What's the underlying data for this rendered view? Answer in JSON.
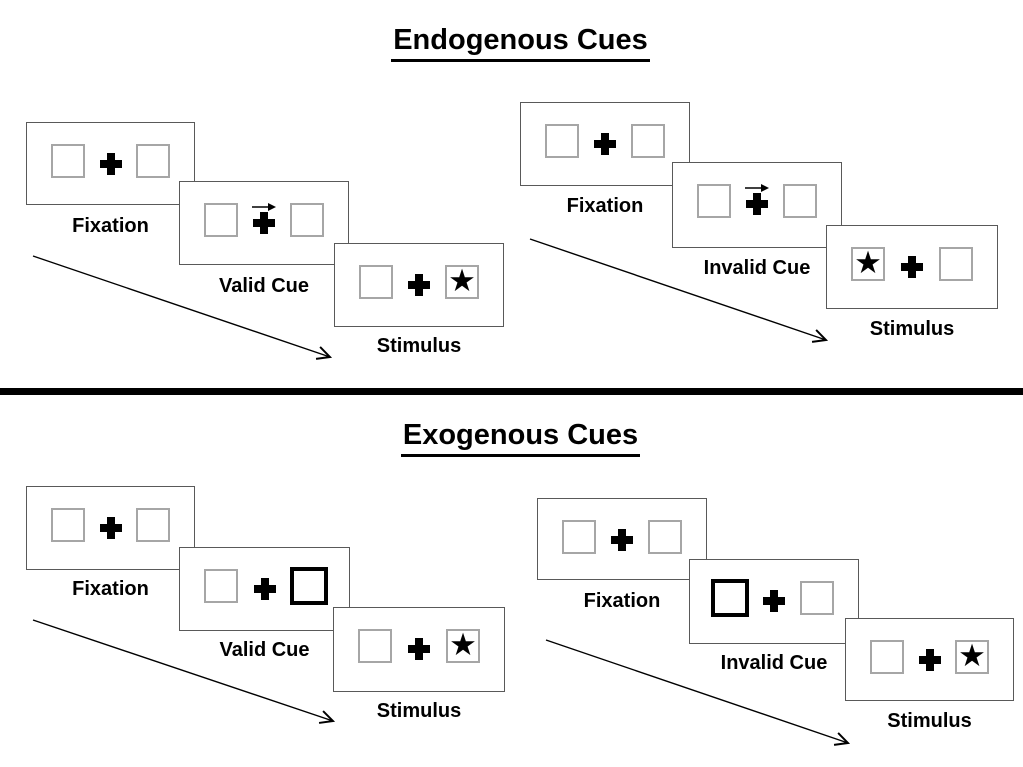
{
  "sections": [
    {
      "title": "Endogenous Cues",
      "trials": [
        {
          "name": "valid-trial",
          "panels": [
            {
              "label": "Fixation",
              "type": "fixation"
            },
            {
              "label": "Valid Cue",
              "type": "arrow-cue",
              "cue_direction": "right"
            },
            {
              "label": "Stimulus",
              "type": "stimulus",
              "target_side": "right"
            }
          ]
        },
        {
          "name": "invalid-trial",
          "panels": [
            {
              "label": "Fixation",
              "type": "fixation"
            },
            {
              "label": "Invalid Cue",
              "type": "arrow-cue",
              "cue_direction": "right"
            },
            {
              "label": "Stimulus",
              "type": "stimulus",
              "target_side": "left"
            }
          ]
        }
      ]
    },
    {
      "title": "Exogenous Cues",
      "trials": [
        {
          "name": "valid-trial",
          "panels": [
            {
              "label": "Fixation",
              "type": "fixation"
            },
            {
              "label": "Valid Cue",
              "type": "box-cue",
              "cue_side": "right"
            },
            {
              "label": "Stimulus",
              "type": "stimulus",
              "target_side": "right"
            }
          ]
        },
        {
          "name": "invalid-trial",
          "panels": [
            {
              "label": "Fixation",
              "type": "fixation"
            },
            {
              "label": "Invalid Cue",
              "type": "box-cue",
              "cue_side": "left"
            },
            {
              "label": "Stimulus",
              "type": "stimulus",
              "target_side": "right"
            }
          ]
        }
      ]
    }
  ],
  "icons": {
    "star": "★",
    "fixation_cross": "plus-shape",
    "cue_arrow": "right-arrow"
  },
  "colors": {
    "ink": "#000000",
    "panel_border": "#595959",
    "placeholder_border": "#a6a6a6",
    "background": "#ffffff"
  }
}
